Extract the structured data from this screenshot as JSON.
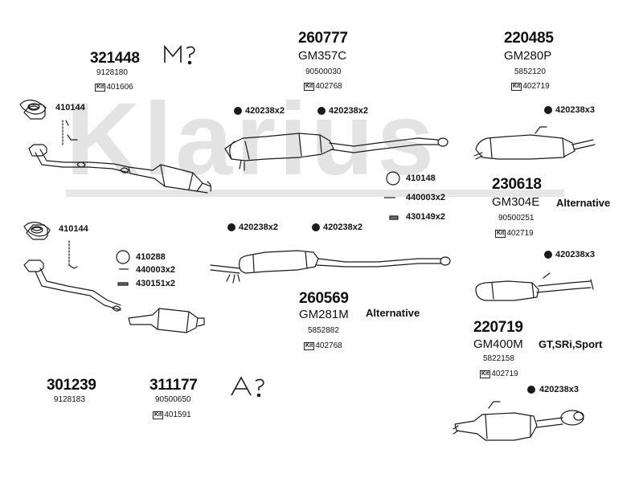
{
  "watermark": "Klarius",
  "parts": {
    "p321448": {
      "number": "321448",
      "oe": "9128180",
      "kit": "401606"
    },
    "p260777": {
      "number": "260777",
      "gm": "GM357C",
      "oe": "90500030",
      "kit": "402768"
    },
    "p220485": {
      "number": "220485",
      "gm": "GM280P",
      "oe": "5852120",
      "kit": "402719"
    },
    "p230618": {
      "number": "230618",
      "gm": "GM304E",
      "oe": "90500251",
      "kit": "402719",
      "note": "Alternative"
    },
    "p260569": {
      "number": "260569",
      "gm": "GM281M",
      "oe": "5852882",
      "kit": "402768",
      "note": "Alternative"
    },
    "p220719": {
      "number": "220719",
      "gm": "GM400M",
      "oe": "5822158",
      "kit": "402719",
      "note": "GT,SRi,Sport"
    },
    "p301239": {
      "number": "301239",
      "oe": "9128183"
    },
    "p311177": {
      "number": "311177",
      "oe": "90500650",
      "kit": "401591"
    }
  },
  "accessories": {
    "a1": "410144",
    "a2": "420238x2",
    "a3": "420238x2",
    "a4": "420238x3",
    "a5": "410148",
    "a6": "440003x2",
    "a7": "430149x2",
    "a8": "410144",
    "a9": "420238x2",
    "a10": "420238x2",
    "a11": "420238x3",
    "a12": "410288",
    "a13": "440003x2",
    "a14": "430151x2",
    "a15": "420238x3"
  },
  "icons": {
    "manual": "M",
    "automatic": "A"
  },
  "colors": {
    "ink": "#1a1a1a",
    "watermark": "#e3e3e3"
  }
}
